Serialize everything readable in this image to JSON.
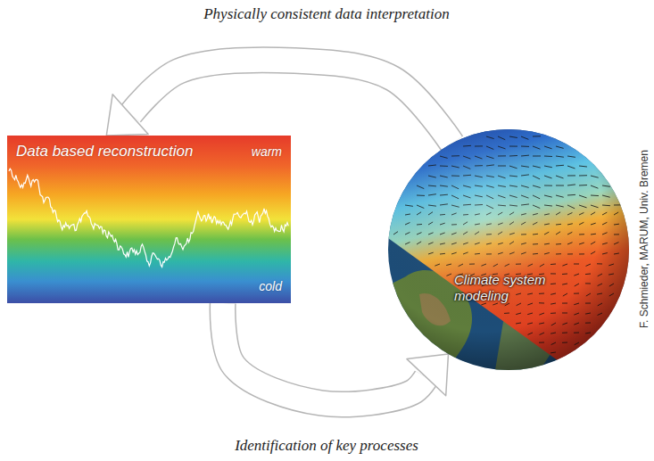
{
  "diagram": {
    "nodes": [
      {
        "text": [
          "Data based reconstruction",
          "warm",
          "cold"
        ]
      },
      {
        "text": [
          "Climate system modeling"
        ]
      }
    ],
    "edges": [
      {
        "from": 1,
        "to": 0,
        "arrow": "to",
        "label": "Physically consistent data interpretation"
      },
      {
        "from": 0,
        "to": 1,
        "arrow": "to",
        "label": "Identification of key processes"
      }
    ],
    "labels": [
      "F. Schmieder, MARUM, Univ. Bremen"
    ]
  }
}
